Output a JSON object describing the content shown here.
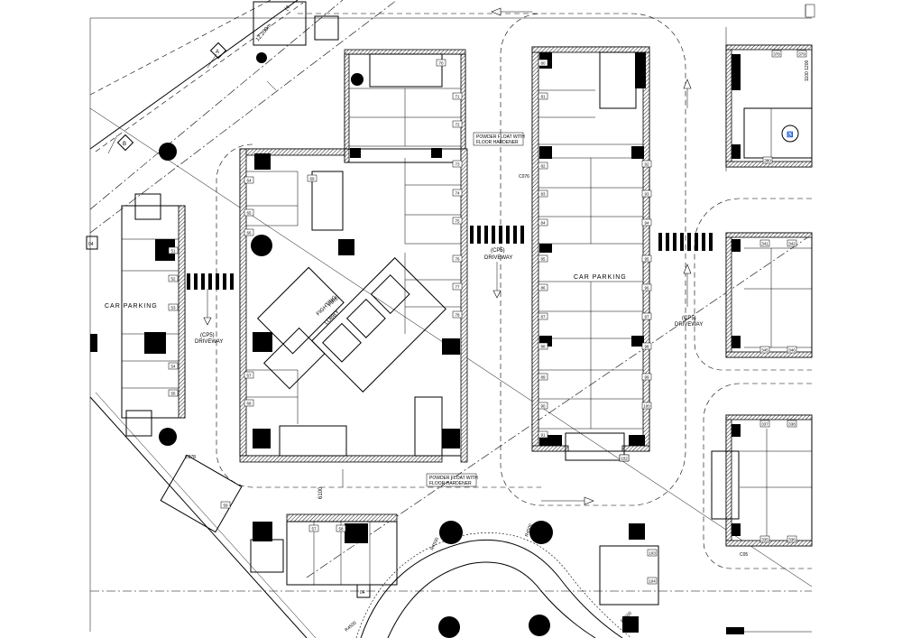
{
  "labels": {
    "car_parking_left": "CAR PARKING",
    "car_parking_center": "CAR PARKING",
    "driveway_left_code": "(CP5)",
    "driveway_left": "DRIVEWAY",
    "driveway_center_code": "(CP5)",
    "driveway_center": "DRIVEWAY",
    "driveway_right_code": "(CP5)",
    "driveway_right": "DRIVEWAY",
    "powder_float_top_1": "POWDER FLOAT WITH",
    "powder_float_top_2": "FLOOR HARDENER",
    "powder_float_bottom_1": "POWDER FLOAT WITH",
    "powder_float_bottom_2": "FLOOR HARDENER",
    "fire_fighting_1": "FIRE",
    "fire_fighting_2": "FIGHTING",
    "fire_fighting_3": "LOBBY",
    "boundary_dim": "12.200m",
    "boundary_dim_paren": "(4",
    "grid_a": "A",
    "grid_b": "B",
    "dim_6100": "6100",
    "radius_1": "R4500",
    "radius_2": "R4500",
    "radius_3": "R4500",
    "radius_4": "R4500",
    "section_04_top": "04",
    "section_04_left": "04",
    "dim_1100_1200": "1100 1200",
    "code_c076": "C076",
    "code_c078": "C078",
    "code_c05": "C05"
  },
  "bay_numbers": {
    "top_core": [
      "70",
      "71",
      "72",
      "73",
      "74",
      "75",
      "76",
      "77",
      "78"
    ],
    "left_block": [
      "64",
      "65",
      "66",
      "67",
      "68",
      "69"
    ],
    "left_edge": [
      "51",
      "52",
      "53",
      "54",
      "55"
    ],
    "center_left": [
      "80",
      "81",
      "82",
      "83",
      "84",
      "85",
      "86",
      "87",
      "88",
      "89",
      "90",
      "91"
    ],
    "center_right": [
      "92",
      "93",
      "94",
      "95",
      "96",
      "97",
      "98",
      "99",
      "100",
      "101"
    ],
    "right_top": [
      "378",
      "379",
      "380"
    ],
    "right_mid": [
      "341",
      "342",
      "345",
      "346"
    ],
    "right_bottom": [
      "337",
      "338",
      "335",
      "336"
    ],
    "bottom": [
      "102",
      "103",
      "104",
      "57",
      "58",
      "59"
    ]
  },
  "colors": {
    "ink": "#000000",
    "paper": "#ffffff"
  }
}
